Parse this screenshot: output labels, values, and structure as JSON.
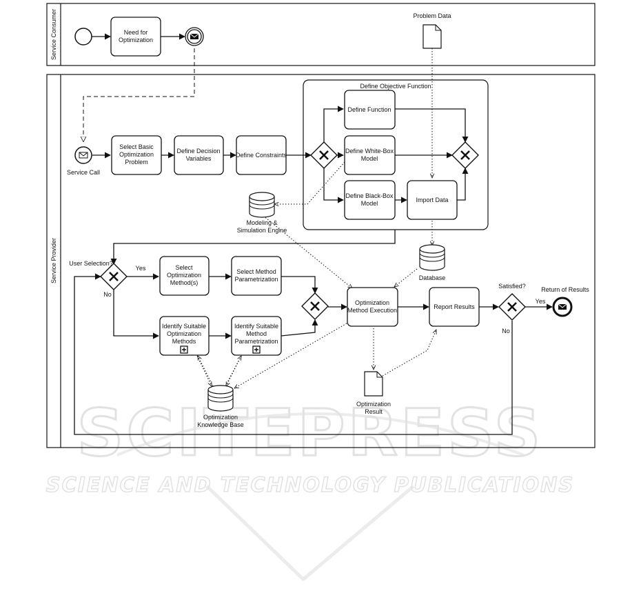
{
  "lanes": {
    "consumer": "Service Consumer",
    "provider": "Service Provider"
  },
  "tasks": {
    "need": [
      "Need for",
      "Optimization"
    ],
    "select_basic": [
      "Select Basic",
      "Optimization",
      "Problem"
    ],
    "decision_vars": [
      "Define Decision",
      "Variables"
    ],
    "constraints": [
      "Define Constraints"
    ],
    "define_function": [
      "Define Function"
    ],
    "white_box": [
      "Define White-Box",
      "Model"
    ],
    "black_box": [
      "Define Black-Box",
      "Model"
    ],
    "import_data": [
      "Import Data"
    ],
    "select_methods": [
      "Select",
      "Optimization",
      "Method(s)"
    ],
    "select_param": [
      "Select Method",
      "Parametrization"
    ],
    "identify_methods": [
      "Identify Suitable",
      "Optimization",
      "Methods"
    ],
    "identify_param": [
      "Identify Suitable",
      "Method",
      "Parametrization"
    ],
    "execution": [
      "Optimization",
      "Method Execution"
    ],
    "report": [
      "Report Results"
    ]
  },
  "group": {
    "objective": "Define Objective Function"
  },
  "labels": {
    "service_call": "Service Call",
    "problem_data": "Problem Data",
    "modeling_engine": [
      "Modeling &",
      "Simulation Engine"
    ],
    "database": "Database",
    "knowledge_base": [
      "Optimization",
      "Knowledge Base"
    ],
    "optimization_result": [
      "Optimization",
      "Result"
    ],
    "user_selection": "User Selection?",
    "yes": "Yes",
    "no": "No",
    "satisfied": "Satisfied?",
    "return": "Return of Results"
  },
  "watermark": {
    "big": "SCITEPRESS",
    "small": "SCIENCE AND TECHNOLOGY PUBLICATIONS"
  }
}
